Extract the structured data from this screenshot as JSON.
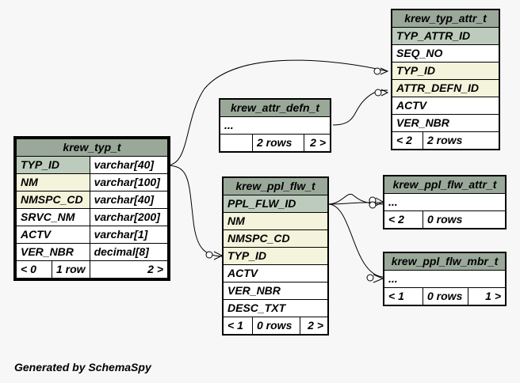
{
  "tables": {
    "krew_typ_attr_t": {
      "name": "krew_typ_attr_t",
      "columns": [
        "TYP_ATTR_ID",
        "SEQ_NO",
        "TYP_ID",
        "ATTR_DEFN_ID",
        "ACTV",
        "VER_NBR"
      ],
      "footer": {
        "parents": "< 2",
        "rows": "2 rows"
      }
    },
    "krew_attr_defn_t": {
      "name": "krew_attr_defn_t",
      "ellipsis": "...",
      "footer": {
        "rows": "2 rows",
        "children": "2 >"
      }
    },
    "krew_typ_t": {
      "name": "krew_typ_t",
      "columns": [
        {
          "name": "TYP_ID",
          "type": "varchar[40]"
        },
        {
          "name": "NM",
          "type": "varchar[100]"
        },
        {
          "name": "NMSPC_CD",
          "type": "varchar[40]"
        },
        {
          "name": "SRVC_NM",
          "type": "varchar[200]"
        },
        {
          "name": "ACTV",
          "type": "varchar[1]"
        },
        {
          "name": "VER_NBR",
          "type": "decimal[8]"
        }
      ],
      "footer": {
        "parents": "< 0",
        "rows": "1 row",
        "children": "2 >"
      }
    },
    "krew_ppl_flw_t": {
      "name": "krew_ppl_flw_t",
      "columns": [
        "PPL_FLW_ID",
        "NM",
        "NMSPC_CD",
        "TYP_ID",
        "ACTV",
        "VER_NBR",
        "DESC_TXT"
      ],
      "footer": {
        "parents": "< 1",
        "rows": "0 rows",
        "children": "2 >"
      }
    },
    "krew_ppl_flw_attr_t": {
      "name": "krew_ppl_flw_attr_t",
      "ellipsis": "...",
      "footer": {
        "parents": "< 2",
        "rows": "0 rows"
      }
    },
    "krew_ppl_flw_mbr_t": {
      "name": "krew_ppl_flw_mbr_t",
      "ellipsis": "...",
      "footer": {
        "parents": "< 1",
        "rows": "0 rows",
        "children": "1 >"
      }
    }
  },
  "footer_text": "Generated by SchemaSpy"
}
